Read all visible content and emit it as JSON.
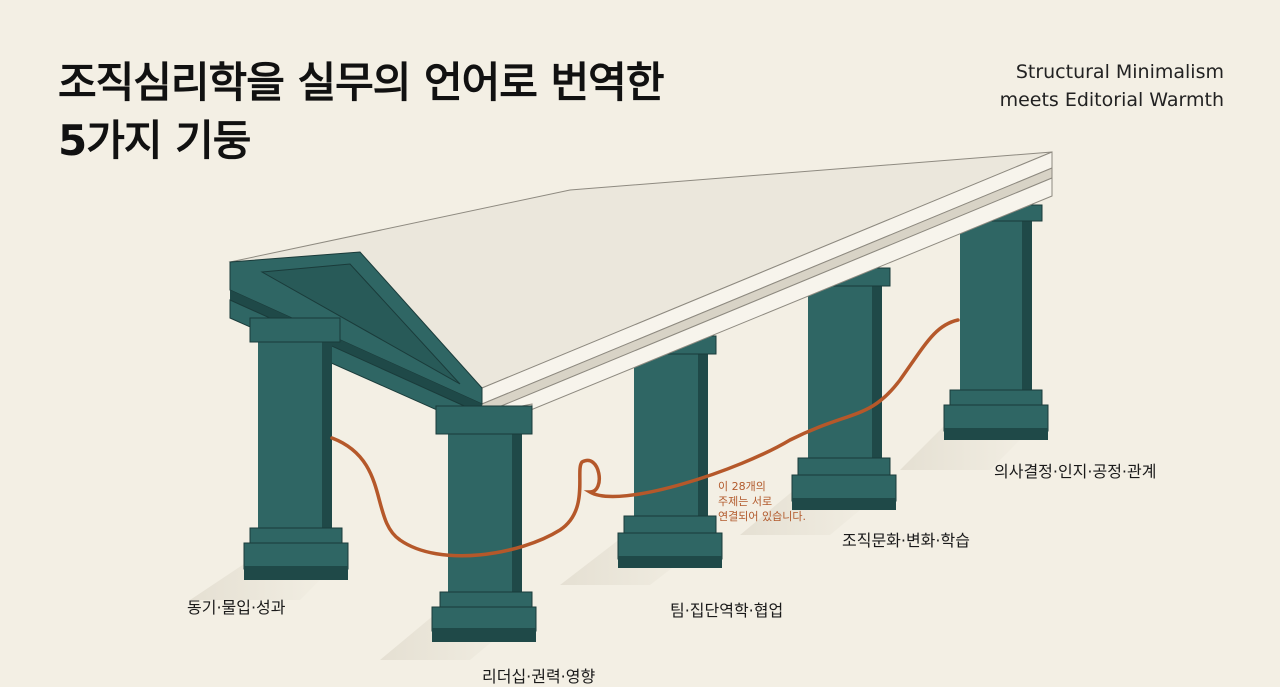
{
  "title": {
    "line1": "조직심리학을 실무의 언어로 번역한",
    "line2": "5가지 기둥"
  },
  "subtitle": {
    "line1": "Structural Minimalism",
    "line2": "meets Editorial Warmth"
  },
  "pillars": [
    {
      "label": "동기·물입·성과"
    },
    {
      "label": "리더십·권력·영향"
    },
    {
      "label": "팀·집단역학·협업"
    },
    {
      "label": "조직문화·변화·학습"
    },
    {
      "label": "의사결정·인지·공정·관계"
    }
  ],
  "note": {
    "line1": "이 28개의",
    "line2": "주제는 서로",
    "line3": "연결되어 있습니다."
  },
  "colors": {
    "background": "#f3efe4",
    "pillar": "#2f6664",
    "pillar_dark": "#1f4948",
    "roof": "#ebe7dc",
    "thread": "#b5582a"
  }
}
